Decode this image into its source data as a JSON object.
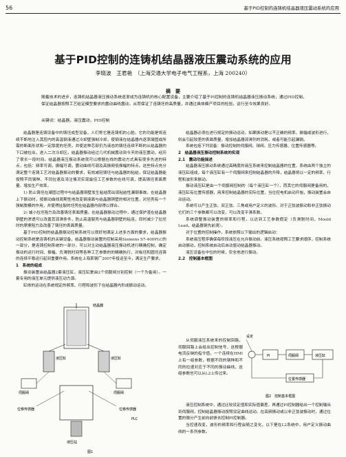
{
  "header": {
    "page_number": "56",
    "journal_title": "基于PID控制的连铸机结晶器液压震动系统的应用"
  },
  "article": {
    "title": "基于PID控制的连铸机结晶器液压震动系统的应用",
    "authors": "李晓波　王君艳　（上海交通大学电子电气工程系，上海 200240）",
    "abstract_heading": "摘　要",
    "abstract": "随着技术的进步，连铸机结晶器液压振动系统逐渐成为连铸机的核心配置设备，主要介绍了基于PI控制的连铸机结晶器液压振动系统，通过PID控制，保证结晶器按照工艺给定模型要求的震动曲线震动，从而保证了连铸坯的高质量，并通过具体模产项目的检验，运行至今效果良好。",
    "keywords": "关键词：结晶器，液压震动，PID控制"
  },
  "body": {
    "left": [
      "结晶器是连铸设备中的铸坯成型设备，人们称它是连铸机的心脏。它的功能是将连续不断地注入其腔内的高温钢液通过冷却壁强制冷却，使钢液在结晶器内逐渐凝固成所需的断面形状和一定厚度的坯壳，并使这种芯部仍为液态的铸坯连续不断的从结晶器的下口被拉出，进入二次冷却区。结晶器振动经过几代机械震动到今天的液压震动，经历了很长一段时间。结晶器液压振动系统就可以根据在线的震动方式具有很多先进的特点，包括：频率可调，振幅可调，震动曲线可调及高振频低振幅的特点。这些特点充分满足整个连铸工艺对结晶器振动的要求，有效减轻铸坯与结晶器的粘结，保证结晶器能按照不同钢种、不同拉速及浇注情况实现最佳工艺参数的在线可调，提高铸坯表面质量、增加生产效率。",
      "1) 防止铸坯在凝固过程中与结晶器铜壁发生粘结而出现粘结性漏钢事故。在结晶器上下振动时，按振动曲线周期性地改变钢液面与结晶器铜壁的相对位置，对坯壳有一个强制脱模的作用，并使得扯裂的坯壳在结晶器内部得以焊合。",
      "2) 减小拉坯阻力及改善铸坯表面质量。在结晶器振动过程中，通过保护渣在结晶器铜壁的渗透可以改善其润滑条件，防止高温裂壳与结晶器铜壁的粘连，同时减少了拉坯时的摩擦阻力及改善了铸坯的表面质量。",
      "基于PID控制的结晶器振动控制系统可以很好地满足上述多方面的要求，结晶器振动控制系统是连铸机的关键设备，结晶器振动装置的控制采用Siemens S7-400PLC的一部分，是连铸控制系统的一部分，可以对主动结晶器液压振动机进行精确控制，确定振动的运行时间、振幅、负滑脱时间等各种工艺参数的的精确执行，对板坯和圆坯连铸的连续平稳运行起到重要作用。系统在上海某钢厂2007年投运至今，满足生产要求。"
    ],
    "left_h1": "1　系统的组成",
    "left_after": [
      "振动装置由结晶器2套液压缸，液压缸是由2个伺服阀分别控制（一个为备用）。一套专用的液压单元提供液压动力源。",
      "缸体的运动在系统规定的频率、行程和波形下在结晶器内形成振动运动。"
    ],
    "right_top": [
      "结晶器必须在进行规定的振动运动，如果振动是以不正确的频率、振幅或波形进行，则会引起较差的表面质量，增加结晶器润滑剂的消耗，或者可能引起漏钢。",
      "系统包括下列设备：振动控制的伺服阀、球阀、压力传感器、位置传感器等。"
    ],
    "right_h2": "2　结晶器液压振动控制系统的实现",
    "right_h21": "2.1　震动功能描述",
    "right_mid": [
      "结晶器液压振动系统通过高精度的液压系统来控制结晶器的位置，系统由两个独立的液压缸组成，每个液压缸有一个伺服阀来控制结晶器的升降，结晶器将以一定的频率、行程和波形来振动。",
      "振动液压缸是由一个伺服阀控制的（每个液压缸一个），而其它的伺服阀是备用的。液压缸有位置传感器，用来控制结晶器的实际位置，当位控电机启动开始，振动装置会自动运动。",
      "系统可以产生正弦、双正弦、三角或用户定义的波形。对于正弦波振动和非正弦振动它们的三个参数都可以改变，可以改变平滑系数。",
      "系统调整振动装置的频率和行程，以达到工艺参数假定（负滑脱时间，Mould Lead，结晶器钢先前滴）。",
      "对于位置的控制操作，系统依照以下输出的逻辑启动：",
      "系统液压程序确保每阶段液压在允许振动前。液压系统按照工艺要求顺序，控制系统启动振动，控制系统启动后自动驱动结晶器振动。",
      "液压设备在中位的时候，安全地进行振动。"
    ],
    "right_h22": "2.2　控制基本框图",
    "right_side": "从伺服液压系统来的控制回路，伺服回路上会给出控制信号，这根据电流反映的指令值，一个连续在HMI上有一组参数，根据不同的钢种和不同的拉速对应于不同的振动曲线，这组参数也可以从L2上传过来。",
    "right_bottom": [
      "液压控制系统中，通过比较设定值和实际值偏差，再通过PI控制器给出一个控制输出到伺服阀，控制结晶器振动按照设定曲线运动。在高频振动或以非正弦波振动时，通过位置的微分产生前向前馈去控制PI控制器。",
      "当控速改变，波形的频率和行程会随之变化，以下是在L2系统中，用户定义振动曲线的一系列参数。"
    ]
  },
  "figure1": {
    "caption": "图1",
    "labels": [
      "结晶器",
      "液压缸",
      "液压缸",
      "伺服阀",
      "伺服阀",
      "位移传感器",
      "位移传感器",
      "液压站",
      "PLC"
    ]
  },
  "figure2": {
    "caption": "图2　控制基本框图",
    "labels": [
      "PI",
      "伺服阀",
      "液压缸",
      "位置传感器",
      "设定"
    ]
  }
}
